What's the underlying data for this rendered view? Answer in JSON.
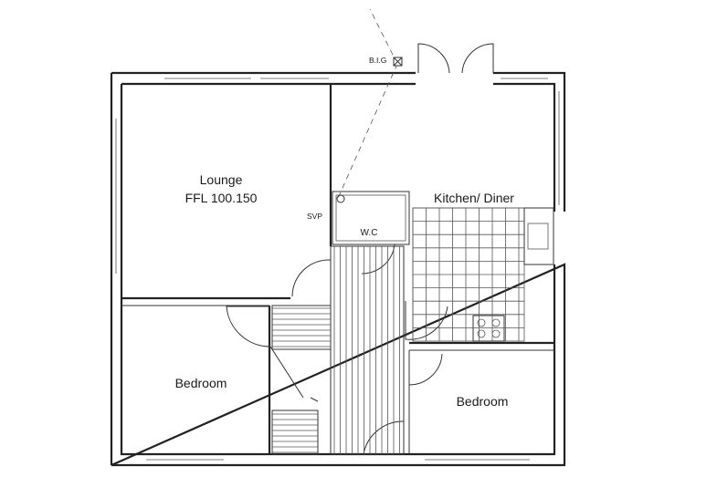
{
  "floorplan": {
    "rooms": {
      "lounge": {
        "name": "Lounge",
        "level": "FFL 100.150"
      },
      "kitchen": {
        "name": "Kitchen/ Diner"
      },
      "bedroom_left": {
        "name": "Bedroom"
      },
      "bedroom_right": {
        "name": "Bedroom"
      },
      "wc": {
        "name": "W.C"
      }
    },
    "annotations": {
      "big": "B.I.G",
      "svp": "SVP"
    }
  }
}
